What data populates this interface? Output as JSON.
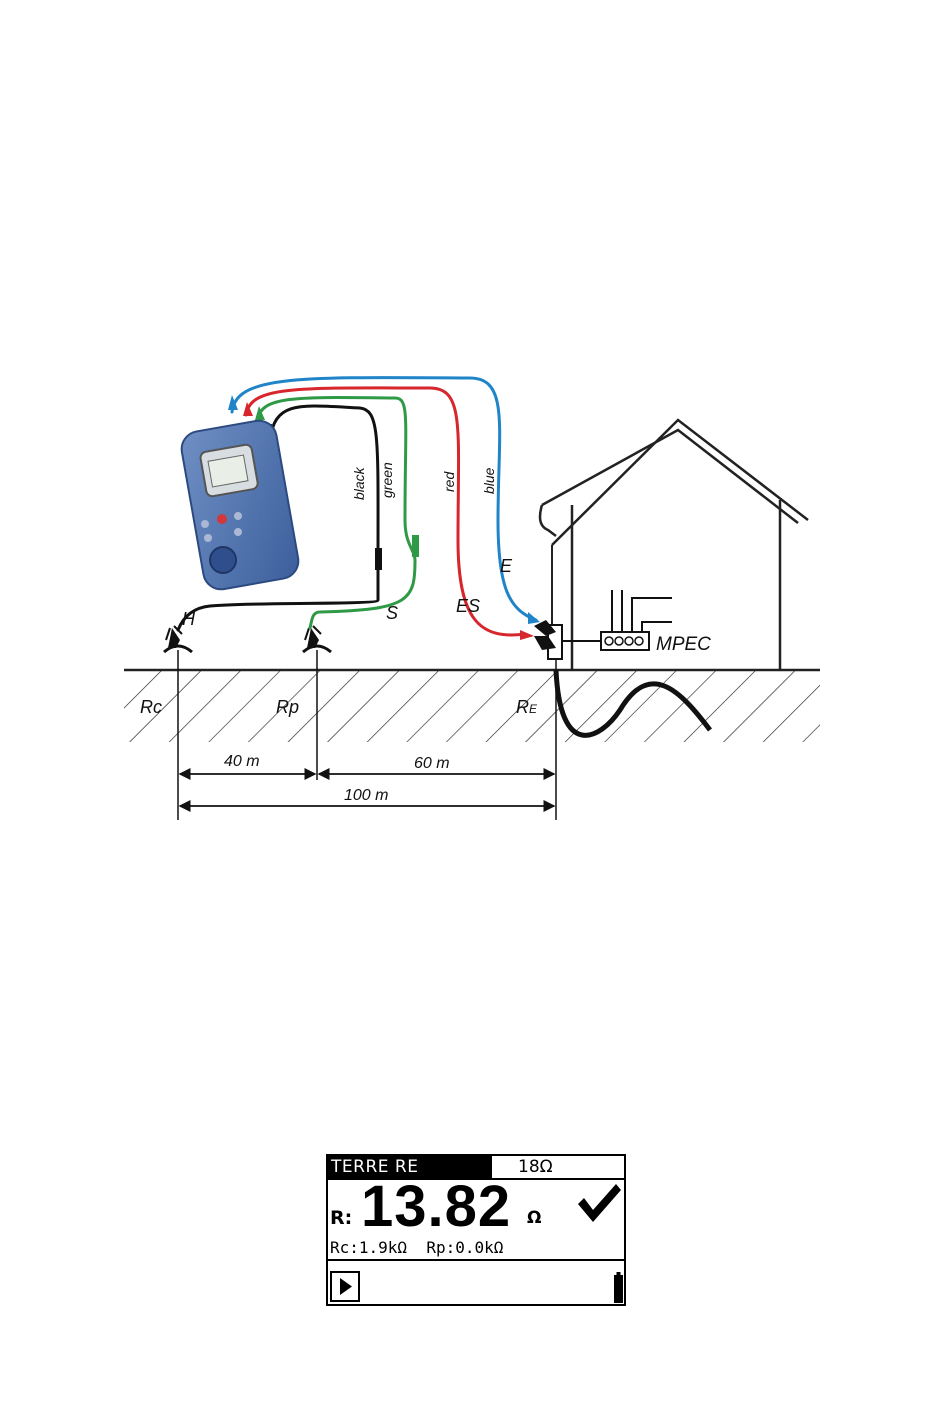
{
  "diagram": {
    "lead_labels": {
      "black": "black",
      "green": "green",
      "red": "red",
      "blue": "blue"
    },
    "terminal_labels": {
      "h": "H",
      "s": "S",
      "es": "ES",
      "e": "E"
    },
    "resistance_labels": {
      "rc": "Rc",
      "rp": "Rp",
      "re_main": "R",
      "re_sub": "E"
    },
    "mpec_label": "MPEC",
    "distances": {
      "d1": "40 m",
      "d2": "60 m",
      "total": "100 m"
    },
    "colors": {
      "black": "#111111",
      "green": "#2e9a46",
      "red": "#d7262c",
      "blue": "#1f84c8",
      "instrument": "#4a6ea8"
    }
  },
  "lcd": {
    "title": "TERRE RE",
    "limit": "18Ω",
    "r_label": "R:",
    "value": "13.82",
    "unit": "Ω",
    "status_icon": "checkmark-icon",
    "sub_results": "Rc:1.9kΩ  Rp:0.0kΩ",
    "start_icon": "play-icon",
    "battery_icon": "battery-icon"
  }
}
